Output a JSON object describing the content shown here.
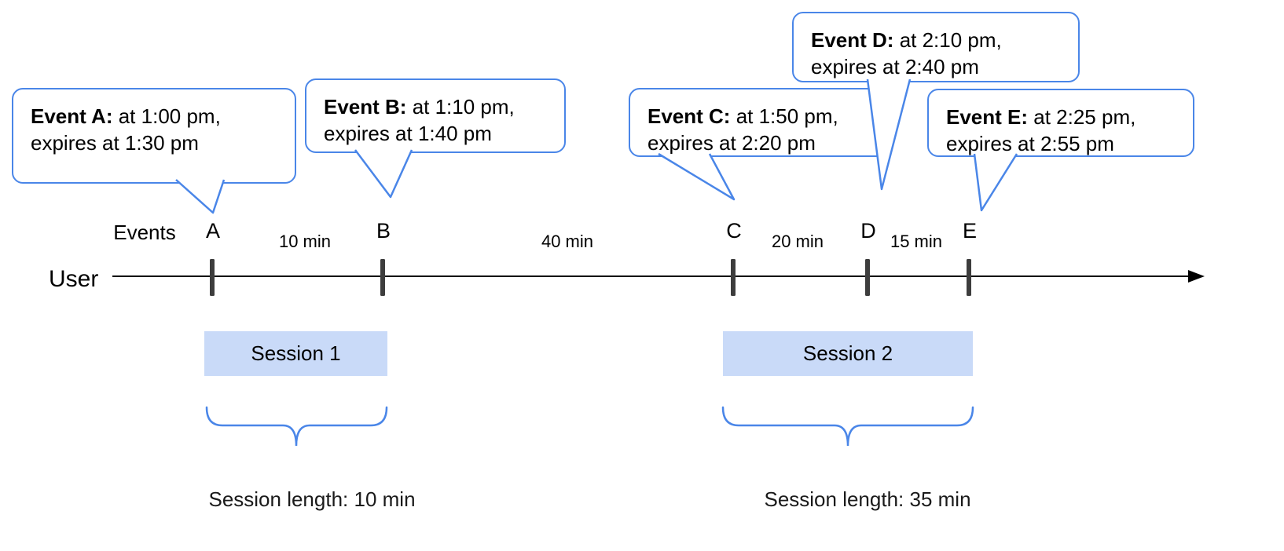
{
  "labels": {
    "events": "Events",
    "user": "User"
  },
  "bubbles": [
    {
      "bold": "Event A:",
      "rest": " at 1:00 pm,",
      "line2": "expires at 1:30 pm"
    },
    {
      "bold": "Event B:",
      "rest": " at 1:10 pm,",
      "line2": "expires at 1:40 pm"
    },
    {
      "bold": "Event C:",
      "rest": " at 1:50 pm,",
      "line2": "expires at 2:20 pm"
    },
    {
      "bold": "Event D:",
      "rest": " at 2:10 pm,",
      "line2": "expires at 2:40 pm"
    },
    {
      "bold": "Event E:",
      "rest": " at 2:25 pm,",
      "line2": "expires at 2:55 pm"
    }
  ],
  "ticks": [
    {
      "label": "A"
    },
    {
      "label": "B"
    },
    {
      "label": "C"
    },
    {
      "label": "D"
    },
    {
      "label": "E"
    }
  ],
  "intervals": [
    {
      "label": "10 min"
    },
    {
      "label": "40 min"
    },
    {
      "label": "20 min"
    },
    {
      "label": "15 min"
    }
  ],
  "sessions": [
    {
      "label": "Session 1",
      "length_label": "Session length: 10 min"
    },
    {
      "label": "Session 2",
      "length_label": "Session length: 35 min"
    }
  ],
  "colors": {
    "bubble_border": "#4a86e8",
    "brace": "#4a86e8",
    "session_fill": "#c9daf8",
    "tick": "#3d3d3d",
    "timeline": "#000000"
  }
}
